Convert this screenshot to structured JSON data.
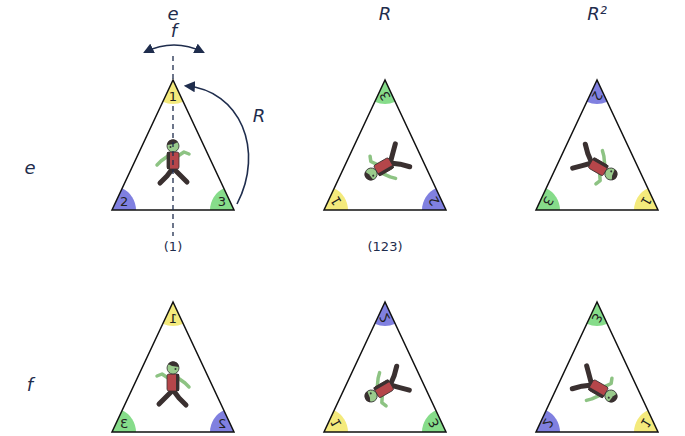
{
  "diagram": {
    "labels": [
      "e",
      "R",
      "R²",
      "f",
      "R",
      "e",
      "1",
      "2",
      "3",
      "(1)",
      "3",
      "1",
      "2",
      "(123)",
      "2",
      "3",
      "1",
      "f",
      "1",
      "3",
      "2",
      "2",
      "1",
      "3",
      "3",
      "2",
      "1"
    ]
  }
}
